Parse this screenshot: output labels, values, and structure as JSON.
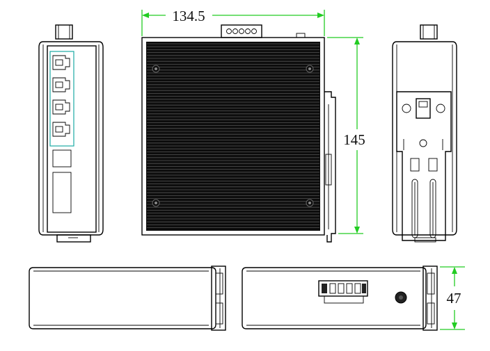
{
  "dimensions": {
    "width_label": "134.5",
    "height_label": "145",
    "depth_label": "47"
  },
  "colors": {
    "dimension_line": "#22cc22",
    "port_highlight": "#1aa9a4",
    "outline": "#000000"
  }
}
